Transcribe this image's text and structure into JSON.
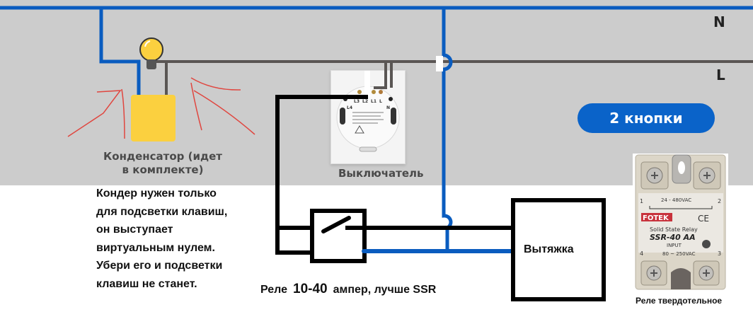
{
  "diagram": {
    "rails": {
      "neutral_label": "N",
      "live_label": "L"
    },
    "badge": {
      "text": "2 кнопки"
    },
    "capacitor": {
      "label": "Конденсатор (идет в комплекте)"
    },
    "switch": {
      "label": "Выключатель",
      "terminals": [
        "L3",
        "L2",
        "L1",
        "L",
        "L4",
        "N"
      ]
    },
    "note": {
      "lines": [
        "Кондер нужен только",
        "для подсветки клавиш,",
        "он выступает",
        "виртуальным нулем.",
        "Убери его и подсветки",
        "клавиш не станет."
      ]
    },
    "relay": {
      "caption_prefix": "Реле",
      "caption_amps": "10-40",
      "caption_suffix": "ампер, лучше SSR"
    },
    "load": {
      "label": "Вытяжка"
    },
    "ssr_photo": {
      "caption": "Реле твердотельное",
      "brand": "FOTEK",
      "title": "Solid State Relay",
      "model": "SSR-40 AA",
      "output_rating": "24 - 480VAC",
      "input_label": "INPUT",
      "input_rating": "80 ~ 250VAC",
      "terminal_1": "1",
      "terminal_2": "2",
      "terminal_3": "3",
      "terminal_4": "4",
      "ce_mark": "CE"
    },
    "colors": {
      "neutral_wire": "#0a5cbf",
      "live_wire": "#5a5654",
      "control_wire": "#000000",
      "annotation": "#e0463f",
      "capacitor": "#fbd03f",
      "badge": "#0a63c9",
      "background_top": "#cccccc"
    }
  }
}
